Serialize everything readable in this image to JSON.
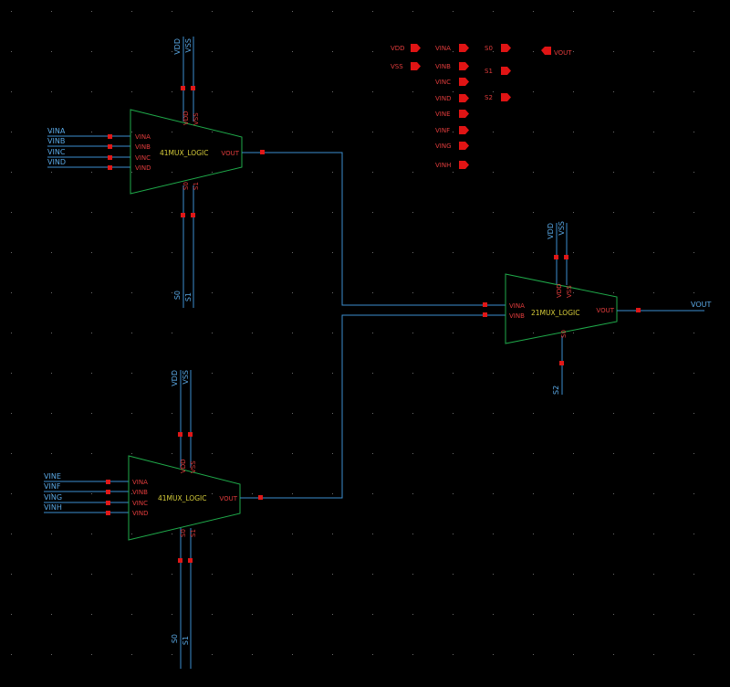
{
  "colors": {
    "background": "#000000",
    "grid": "#6a6a6a",
    "wire": "#3d8ecf",
    "wire_label": "#5aa9e6",
    "block_outline": "#1faa4a",
    "pin_label": "#e23c3c",
    "pin_square": "#e01818",
    "block_name": "#d6cc3a",
    "port_fill": "#e01414",
    "port_label": "#e23c3c"
  },
  "block_top": {
    "name": "41MUX_LOGIC",
    "inputs": [
      "VINA",
      "VINB",
      "VINC",
      "VIND"
    ],
    "output": "VOUT",
    "supply": [
      "VDD",
      "VSS"
    ],
    "selects": [
      "S0",
      "S1"
    ],
    "net_inputs": [
      "VINA",
      "VINB",
      "VINC",
      "VIND"
    ],
    "net_supply": [
      "VDD",
      "VSS"
    ],
    "net_selects": [
      "S0",
      "S1"
    ]
  },
  "block_bottom": {
    "name": "41MUX_LOGIC",
    "inputs": [
      "VINA",
      "VINB",
      "VINC",
      "VIND"
    ],
    "output": "VOUT",
    "supply": [
      "VDD",
      "VSS"
    ],
    "selects": [
      "S0",
      "S1"
    ],
    "net_inputs": [
      "VINE",
      "VINF",
      "VING",
      "VINH"
    ],
    "net_supply": [
      "VDD",
      "VSS"
    ],
    "net_selects": [
      "S0",
      "S1"
    ]
  },
  "block_right": {
    "name": "21MUX_LOGIC",
    "inputs": [
      "VINA",
      "VINB"
    ],
    "output": "VOUT",
    "supply": [
      "VDD",
      "VSS"
    ],
    "selects": [
      "S0"
    ],
    "net_supply": [
      "VDD",
      "VSS"
    ],
    "net_selects": [
      "S2"
    ],
    "net_output": "VOUT"
  },
  "ports": {
    "col1": [
      "VDD",
      "VSS"
    ],
    "col2": [
      "VINA",
      "VINB",
      "VINC",
      "VIND",
      "VINE",
      "VINF",
      "VING",
      "VINH"
    ],
    "col3": [
      "S0",
      "S1",
      "S2"
    ],
    "col4": [
      "VOUT"
    ]
  }
}
